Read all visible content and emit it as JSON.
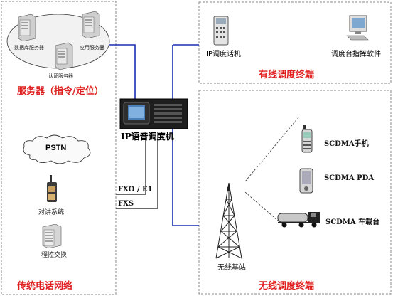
{
  "servers": {
    "db_label": "数据库服务器",
    "app_label": "应用服务器",
    "auth_label": "认证服务器",
    "title": "服务器（指令/定位）"
  },
  "legacy": {
    "pstn": "PSTN",
    "intercom": "对讲系统",
    "pbx": "程控交换",
    "title": "传统电话网络"
  },
  "center": {
    "title": "IP语音调度机",
    "port_fxo": "FXO / E1",
    "port_fxs": "FXS"
  },
  "wired": {
    "phone": "IP调度话机",
    "console": "调度台指挥软件",
    "title": "有线调度终端"
  },
  "wireless": {
    "phone": "SCDMA手机",
    "pda": "SCDMA PDA",
    "vehicle": "SCDMA 车载台",
    "tower": "无线基站",
    "title": "无线调度终端"
  },
  "colors": {
    "accent": "#e02020",
    "link": "#1a2fb0"
  }
}
